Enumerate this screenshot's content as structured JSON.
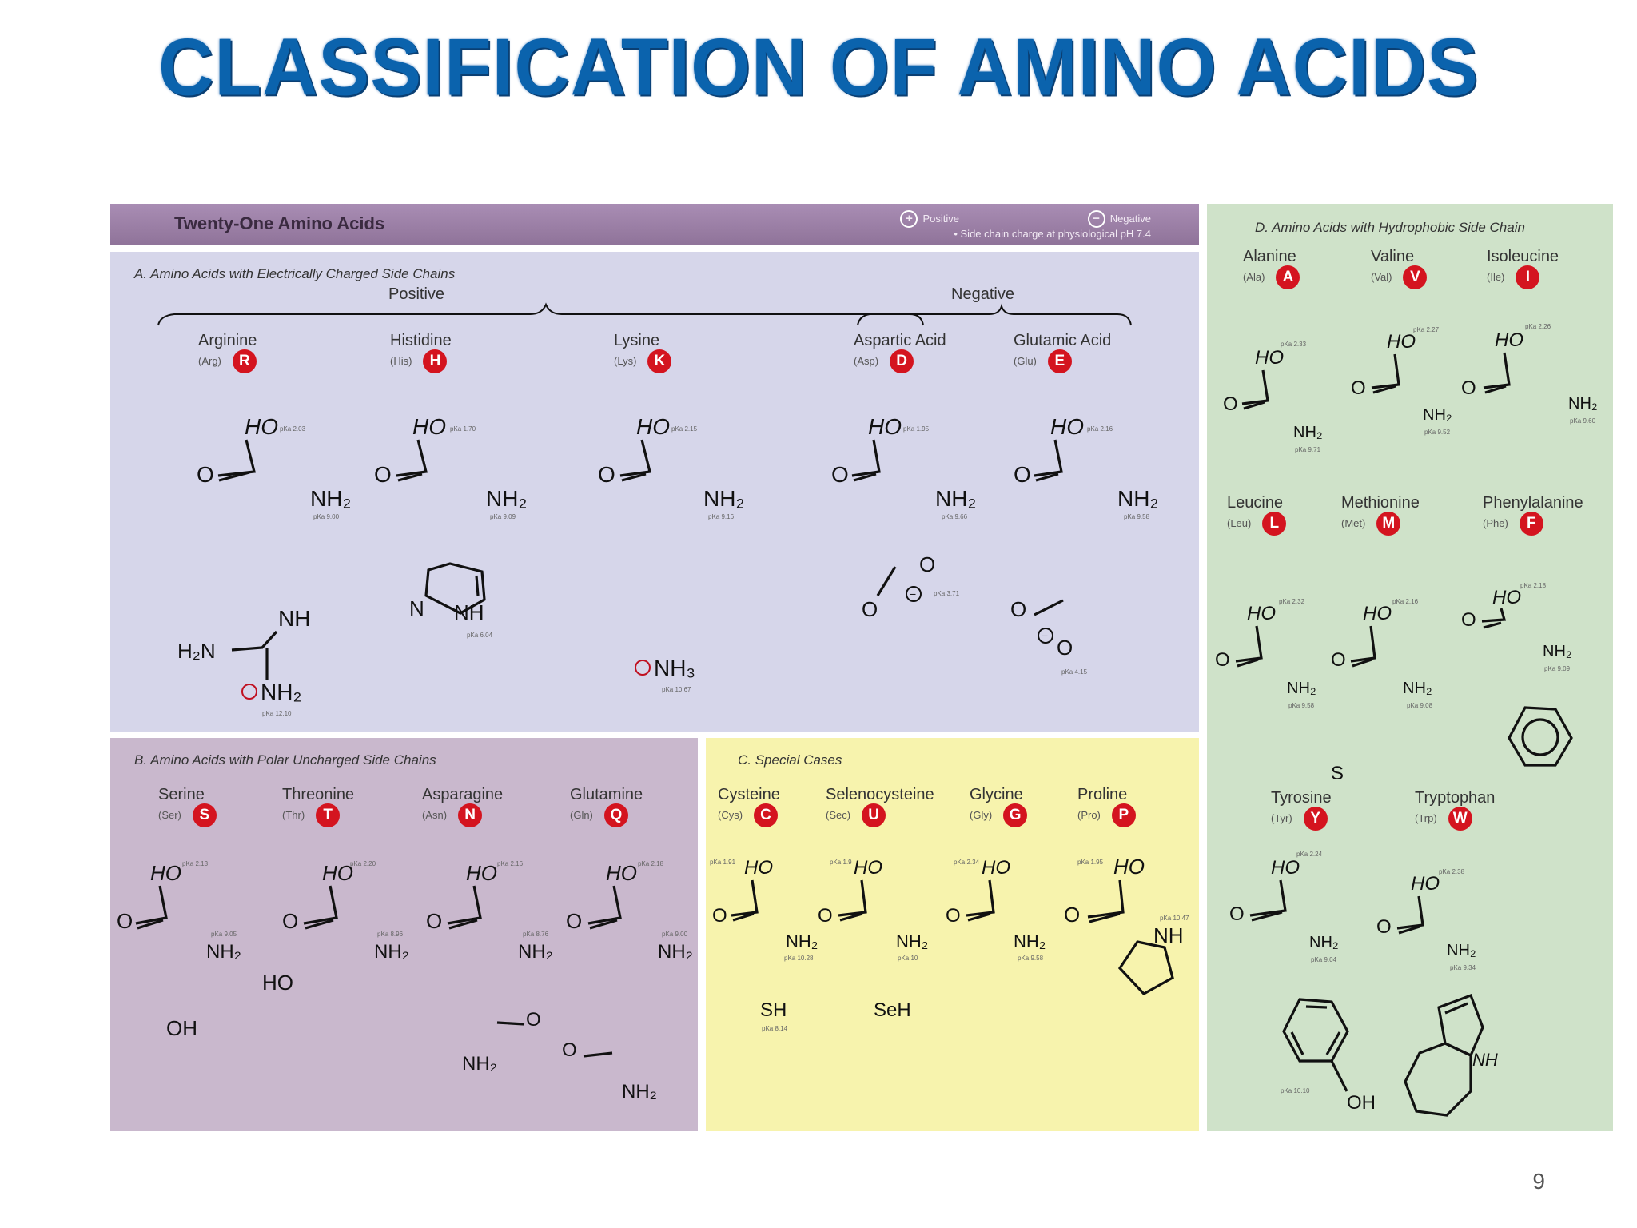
{
  "slide": {
    "title": "CLASSIFICATION OF AMINO ACIDS",
    "page_number": "9"
  },
  "figure": {
    "header_title": "Twenty-One Amino Acids",
    "legend": {
      "positive": "Positive",
      "negative": "Negative",
      "note": "• Side chain charge at physiological pH 7.4"
    },
    "panel_a": {
      "label": "A.   Amino Acids with Electrically Charged Side Chains",
      "positive_label": "Positive",
      "negative_label": "Negative",
      "items": [
        {
          "name": "Arginine",
          "abbr": "(Arg)",
          "code": "R",
          "pka": [
            "pKa 2.03",
            "pKa 9.00",
            "pKa 12.10"
          ]
        },
        {
          "name": "Histidine",
          "abbr": "(His)",
          "code": "H",
          "pka": [
            "pKa 1.70",
            "pKa 9.09",
            "pKa 6.04"
          ]
        },
        {
          "name": "Lysine",
          "abbr": "(Lys)",
          "code": "K",
          "pka": [
            "pKa 2.15",
            "pKa 9.16",
            "pKa 10.67"
          ]
        },
        {
          "name": "Aspartic Acid",
          "abbr": "(Asp)",
          "code": "D",
          "pka": [
            "pKa 1.95",
            "pKa 9.66",
            "pKa 3.71"
          ]
        },
        {
          "name": "Glutamic Acid",
          "abbr": "(Glu)",
          "code": "E",
          "pka": [
            "pKa 2.16",
            "pKa 9.58",
            "pKa 4.15"
          ]
        }
      ]
    },
    "panel_b": {
      "label": "B.   Amino Acids with Polar Uncharged Side Chains",
      "items": [
        {
          "name": "Serine",
          "abbr": "(Ser)",
          "code": "S",
          "pka": [
            "pKa 2.13",
            "pKa 9.05"
          ]
        },
        {
          "name": "Threonine",
          "abbr": "(Thr)",
          "code": "T",
          "pka": [
            "pKa 2.20",
            "pKa 8.96"
          ]
        },
        {
          "name": "Asparagine",
          "abbr": "(Asn)",
          "code": "N",
          "pka": [
            "pKa 2.16",
            "pKa 8.76"
          ]
        },
        {
          "name": "Glutamine",
          "abbr": "(Gln)",
          "code": "Q",
          "pka": [
            "pKa 2.18",
            "pKa 9.00"
          ]
        }
      ]
    },
    "panel_c": {
      "label": "C.   Special Cases",
      "items": [
        {
          "name": "Cysteine",
          "abbr": "(Cys)",
          "code": "C",
          "pka": [
            "pKa 1.91",
            "pKa 10.28",
            "pKa 8.14"
          ]
        },
        {
          "name": "Selenocysteine",
          "abbr": "(Sec)",
          "code": "U",
          "pka": [
            "pKa 1.9",
            "pKa 10"
          ]
        },
        {
          "name": "Glycine",
          "abbr": "(Gly)",
          "code": "G",
          "pka": [
            "pKa 2.34",
            "pKa 9.58"
          ]
        },
        {
          "name": "Proline",
          "abbr": "(Pro)",
          "code": "P",
          "pka": [
            "pKa 1.95",
            "pKa 10.47"
          ]
        }
      ]
    },
    "panel_d": {
      "label": "D.   Amino Acids with Hydrophobic Side Chain",
      "items": [
        {
          "name": "Alanine",
          "abbr": "(Ala)",
          "code": "A",
          "pka": [
            "pKa 2.33",
            "pKa 9.71"
          ]
        },
        {
          "name": "Valine",
          "abbr": "(Val)",
          "code": "V",
          "pka": [
            "pKa 2.27",
            "pKa 9.52"
          ]
        },
        {
          "name": "Isoleucine",
          "abbr": "(Ile)",
          "code": "I",
          "pka": [
            "pKa 2.26",
            "pKa 9.60"
          ]
        },
        {
          "name": "Leucine",
          "abbr": "(Leu)",
          "code": "L",
          "pka": [
            "pKa 2.32",
            "pKa 9.58"
          ]
        },
        {
          "name": "Methionine",
          "abbr": "(Met)",
          "code": "M",
          "pka": [
            "pKa 2.16",
            "pKa 9.08"
          ]
        },
        {
          "name": "Phenylalanine",
          "abbr": "(Phe)",
          "code": "F",
          "pka": [
            "pKa 2.18",
            "pKa 9.09"
          ]
        },
        {
          "name": "Tyrosine",
          "abbr": "(Tyr)",
          "code": "Y",
          "pka": [
            "pKa 2.24",
            "pKa 9.04",
            "pKa 10.10"
          ]
        },
        {
          "name": "Tryptophan",
          "abbr": "(Trp)",
          "code": "W",
          "pka": [
            "pKa 2.38",
            "pKa 9.34"
          ]
        }
      ]
    },
    "atoms": {
      "HO": "HO",
      "O": "O",
      "NH2": "NH₂",
      "NH3": "NH₃",
      "NH": "NH",
      "H2N": "H₂N",
      "N": "N",
      "OH": "OH",
      "SH": "SH",
      "SeH": "SeH",
      "S": "S",
      "plus": "+",
      "minus": "−"
    }
  }
}
